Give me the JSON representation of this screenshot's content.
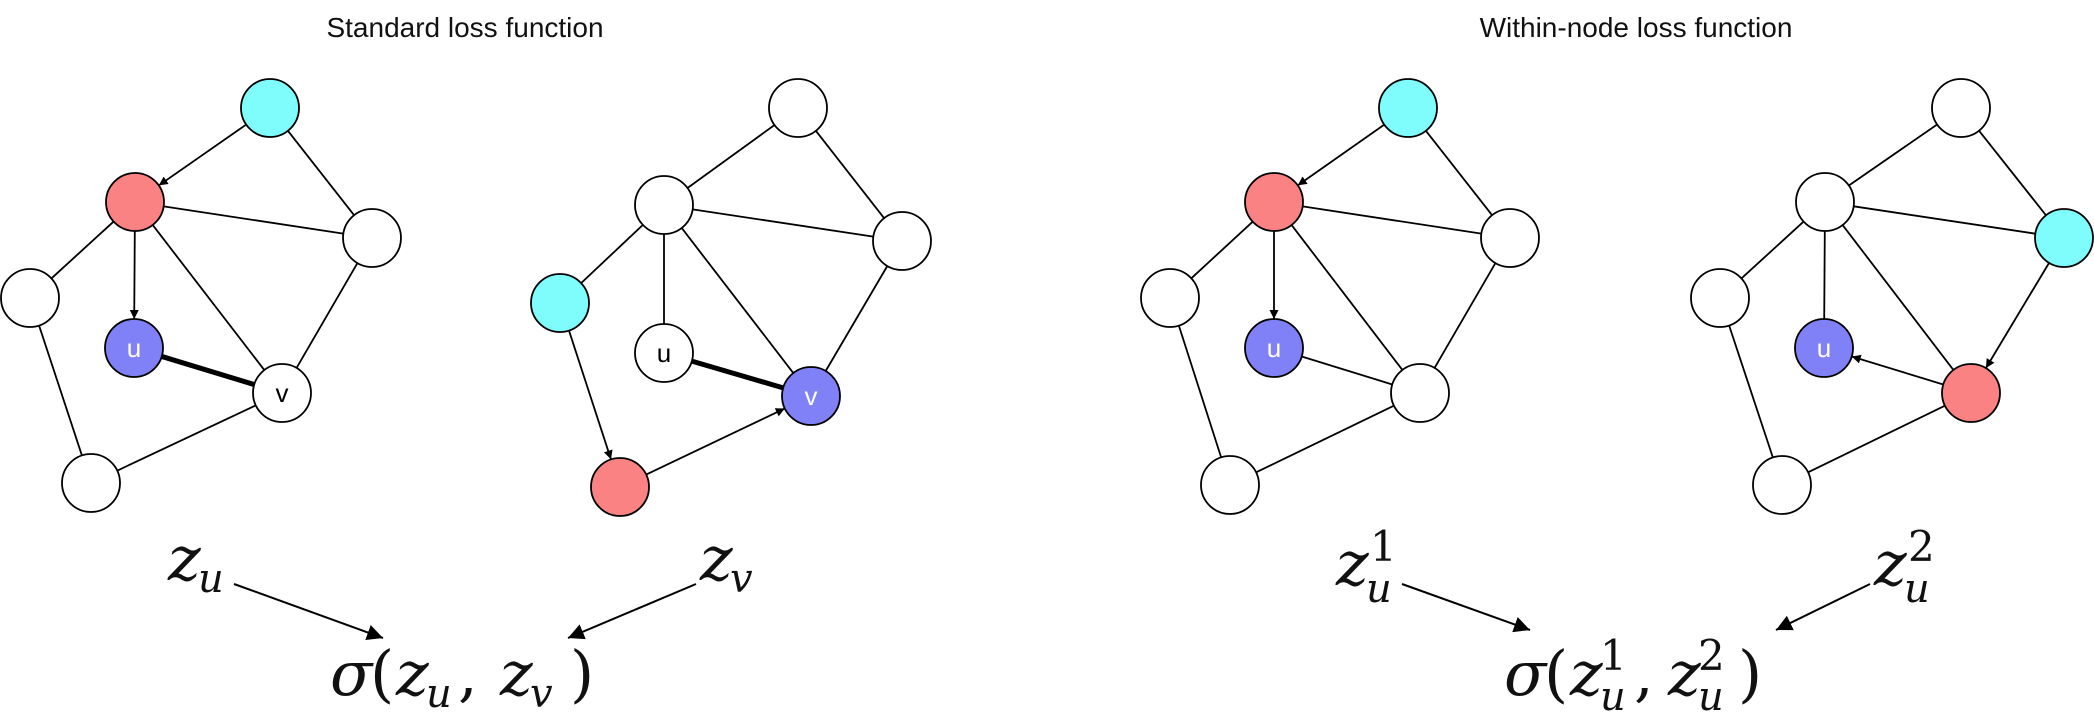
{
  "titles": {
    "left": "Standard loss function",
    "right": "Within-node loss function"
  },
  "colors": {
    "cyan": "#7ffcfc",
    "red": "#fa8282",
    "blue": "#8080f7",
    "white": "#ffffff",
    "stroke": "#000000"
  },
  "node_labels": {
    "u": "u",
    "v": "v"
  },
  "math": {
    "z": "z",
    "u": "u",
    "v": "v",
    "one": "1",
    "two": "2",
    "sigma": "σ",
    "lparen": "(",
    "rparen": ")",
    "comma": ","
  }
}
